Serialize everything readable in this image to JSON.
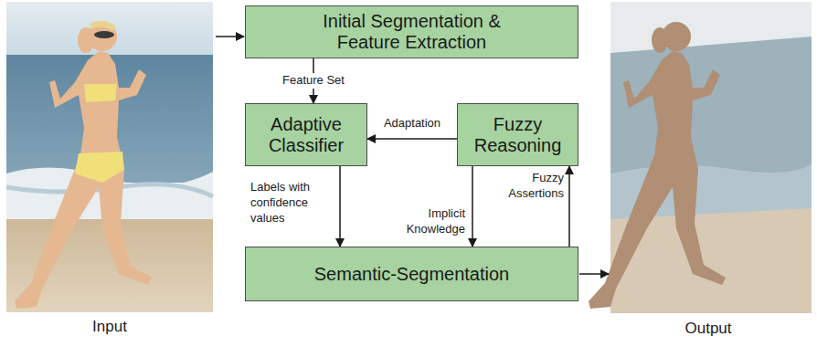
{
  "diagram": {
    "nodes": [
      {
        "text": [
          "Initial Segmentation & Feature Extraction"
        ]
      },
      {
        "text": [
          "Adaptive Classifier"
        ]
      },
      {
        "text": [
          "Fuzzy Reasoning"
        ]
      },
      {
        "text": [
          "Semantic-Segmentation"
        ]
      }
    ],
    "edges": [
      {
        "from": 0,
        "to": 1,
        "label": "Feature Set",
        "arrow": "to"
      },
      {
        "from": 2,
        "to": 1,
        "label": "Adaptation",
        "arrow": "to"
      },
      {
        "from": 1,
        "to": 3,
        "label": "Labels with confidence values",
        "arrow": "to"
      },
      {
        "from": 2,
        "to": 3,
        "label": "Implicit Knowledge",
        "arrow": "to"
      },
      {
        "from": 3,
        "to": 2,
        "label": "Fuzzy Assertions",
        "arrow": "to"
      }
    ],
    "labels": [
      "Input",
      "Output"
    ]
  }
}
